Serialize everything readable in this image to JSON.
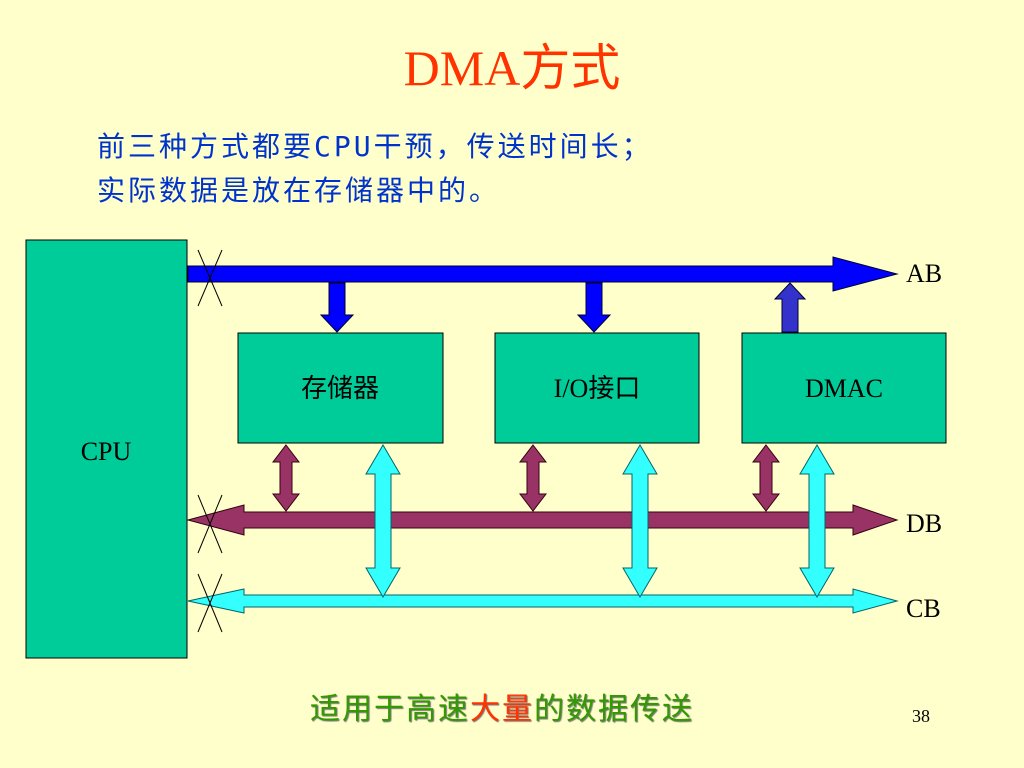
{
  "slide": {
    "title": "DMA方式",
    "intro_lines": [
      "前三种方式都要CPU干预，传送时间长；",
      "实际数据是放在存储器中的。"
    ],
    "page_number": "38"
  },
  "diagram": {
    "cpu_label": "CPU",
    "modules": [
      {
        "name": "memory",
        "label": "存储器"
      },
      {
        "name": "io-interface",
        "label": "I/O接口"
      },
      {
        "name": "dmac",
        "label": "DMAC"
      }
    ],
    "buses": {
      "address": "AB",
      "data": "DB",
      "control": "CB"
    }
  },
  "footer": {
    "part1": "适用于高速",
    "part2": "大量",
    "part3": "的数据传送"
  },
  "colors": {
    "background": "#FFFFCC",
    "title": "#FF3300",
    "intro_text": "#0033CC",
    "box_fill": "#00CC99",
    "address_bus": "#0000FF",
    "data_bus": "#993366",
    "control_bus": "#33FFFF",
    "footer_green": "#339900",
    "footer_red": "#FF3300"
  },
  "icons": {
    "bus_break": "x-cross-icon"
  }
}
